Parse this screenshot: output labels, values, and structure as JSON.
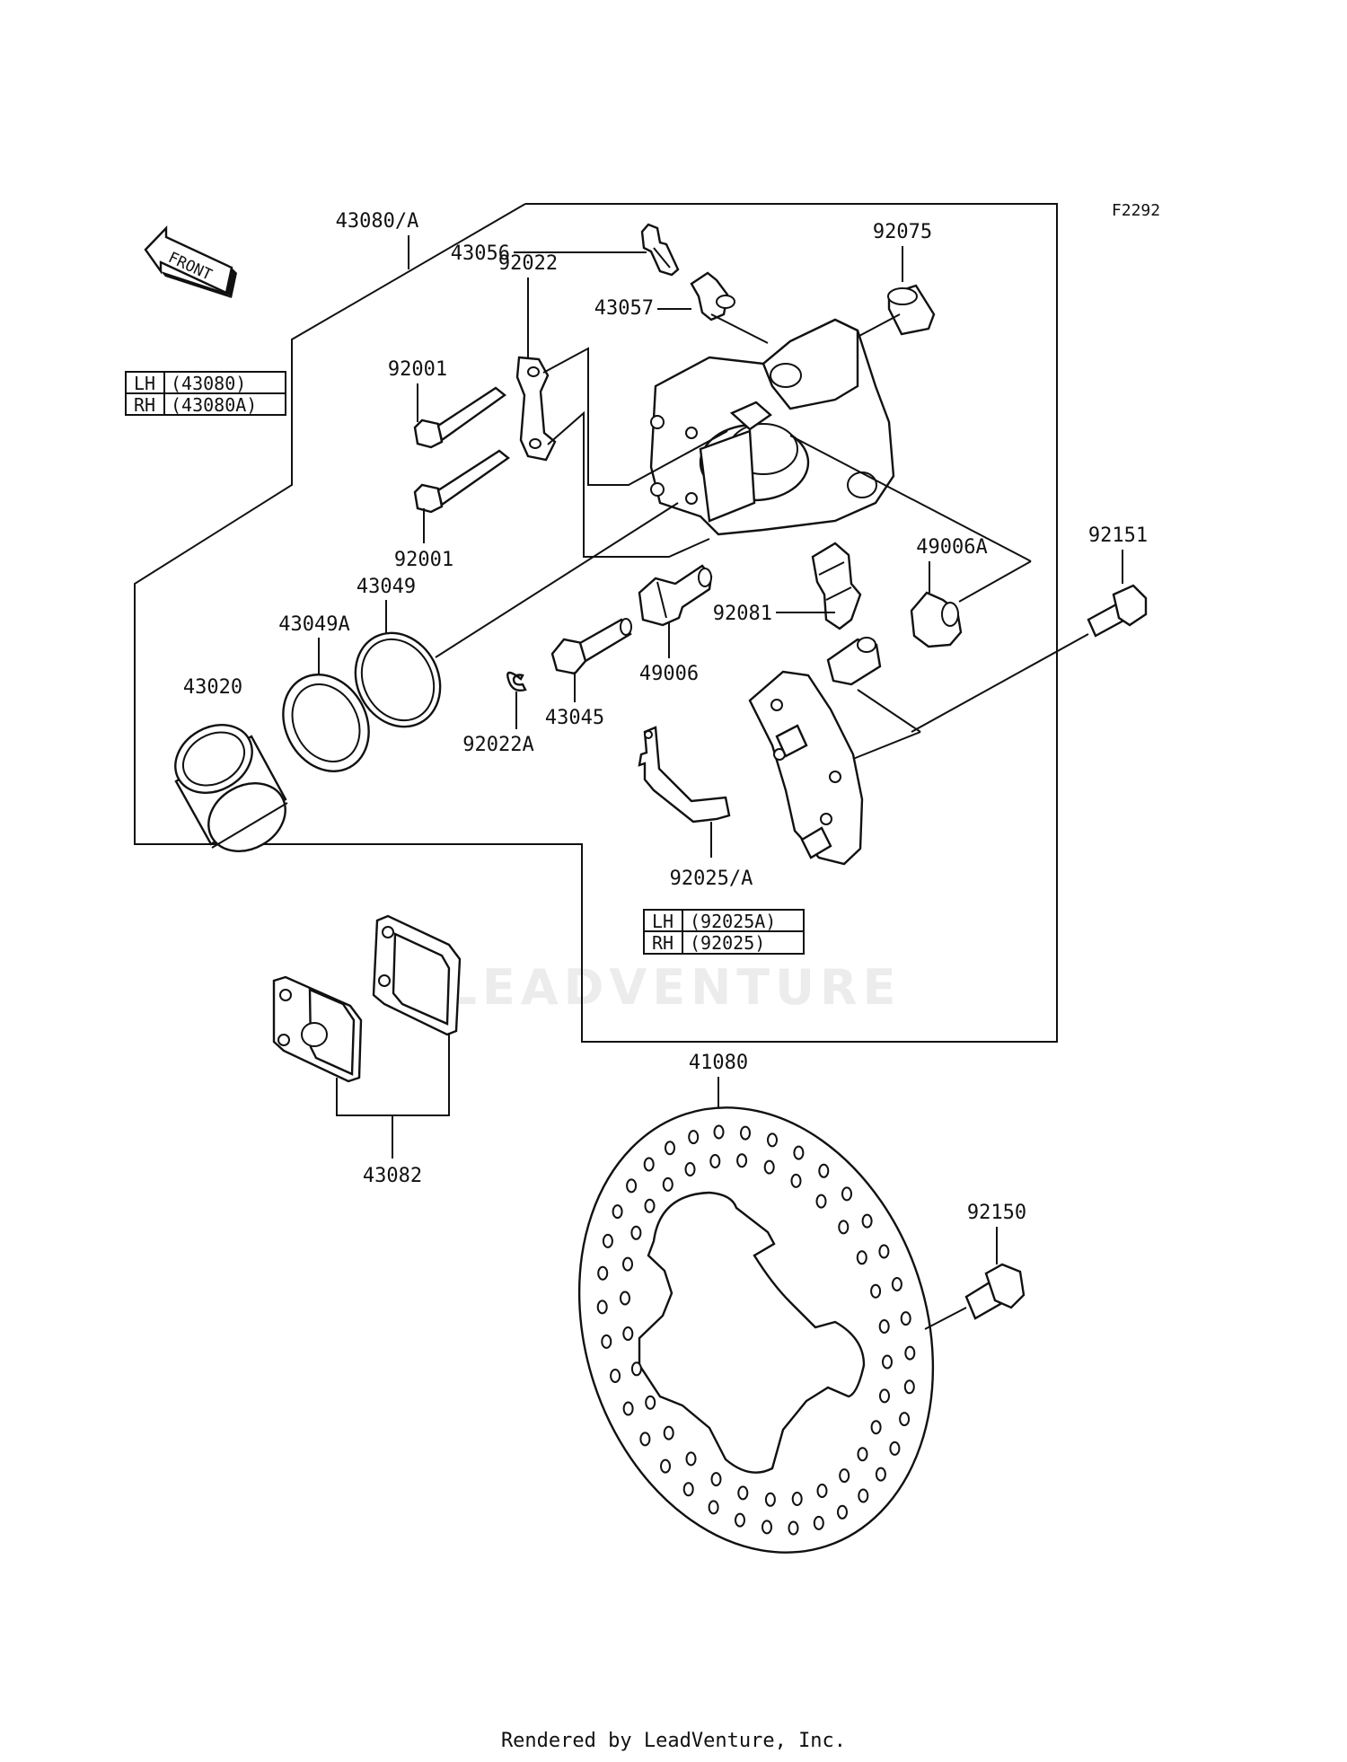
{
  "figure_code": "F2292",
  "front_arrow_label": "FRONT",
  "watermark": "LEADVENTURE",
  "footer": "Rendered by LeadVenture, Inc.",
  "labels": {
    "caliper_assy": "43080/A",
    "bleeder_valve": "43056",
    "bleeder_cap": "43057",
    "boot_92075": "92075",
    "plate_92022": "92022",
    "bolt_92001_top": "92001",
    "bolt_92001_bottom": "92001",
    "seal_43049": "43049",
    "seal_43049A": "43049A",
    "piston_43020": "43020",
    "pin_43045": "43045",
    "circlip_92022A": "92022A",
    "boot_49006": "49006",
    "spring_92081": "92081",
    "boot_49006A": "49006A",
    "bolt_92151": "92151",
    "bracket_92025": "92025/A",
    "pads_43082": "43082",
    "disc_41080": "41080",
    "bolt_92150": "92150"
  },
  "caliper_table": [
    {
      "side": "LH",
      "part": "(43080)"
    },
    {
      "side": "RH",
      "part": "(43080A)"
    }
  ],
  "bracket_table": [
    {
      "side": "LH",
      "part": "(92025A)"
    },
    {
      "side": "RH",
      "part": "(92025)"
    }
  ]
}
